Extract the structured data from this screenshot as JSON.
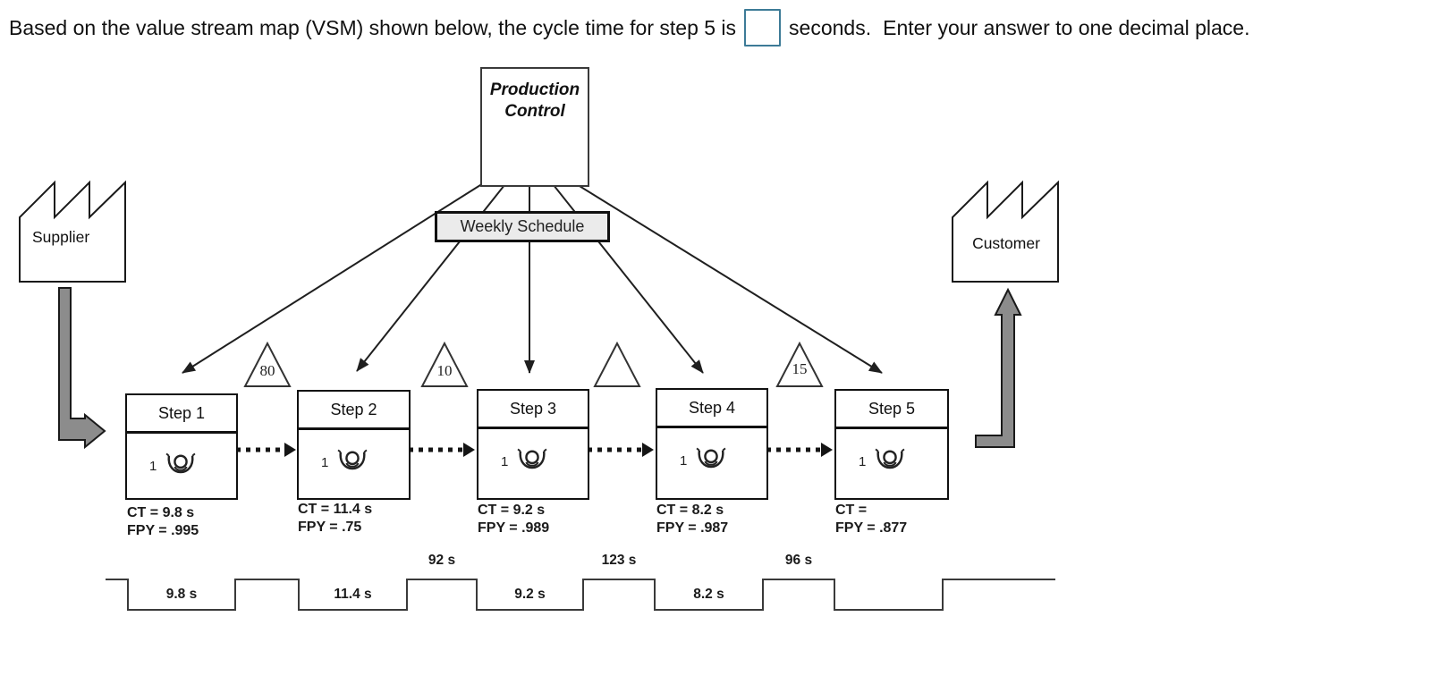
{
  "question": {
    "text_before_input": "Based on the value stream map (VSM) shown below, the cycle time for step 5 is",
    "answer_input_value": "",
    "text_after_input": "seconds.",
    "instruction": "Enter your answer to one decimal place."
  },
  "diagram": {
    "production_control_label": "Production Control",
    "weekly_schedule_label": "Weekly Schedule",
    "supplier_label": "Supplier",
    "customer_label": "Customer",
    "steps": [
      {
        "name": "Step 1",
        "operators": "1",
        "ct": "CT = 9.8 s",
        "fpy": "FPY = .995"
      },
      {
        "name": "Step 2",
        "operators": "1",
        "ct": "CT = 11.4 s",
        "fpy": "FPY = .75"
      },
      {
        "name": "Step 3",
        "operators": "1",
        "ct": "CT = 9.2 s",
        "fpy": "FPY = .989"
      },
      {
        "name": "Step 4",
        "operators": "1",
        "ct": "CT = 8.2 s",
        "fpy": "FPY = .987"
      },
      {
        "name": "Step 5",
        "operators": "1",
        "ct": "CT =",
        "fpy": "FPY = .877"
      }
    ],
    "inventory_triangles": [
      {
        "value": "80"
      },
      {
        "value": "10"
      },
      {
        "value": ""
      },
      {
        "value": "15"
      }
    ],
    "timeline": {
      "process_times": [
        "9.8 s",
        "11.4 s",
        "9.2 s",
        "8.2 s",
        ""
      ],
      "wait_times": [
        "",
        "92 s",
        "123 s",
        "96 s"
      ]
    }
  },
  "colors": {
    "answer_box_border": "#3d7b97",
    "schedule_box_fill": "#ebebeb",
    "material_arrow_fill": "#8c8c8c",
    "line_color": "#1f1f1f"
  }
}
